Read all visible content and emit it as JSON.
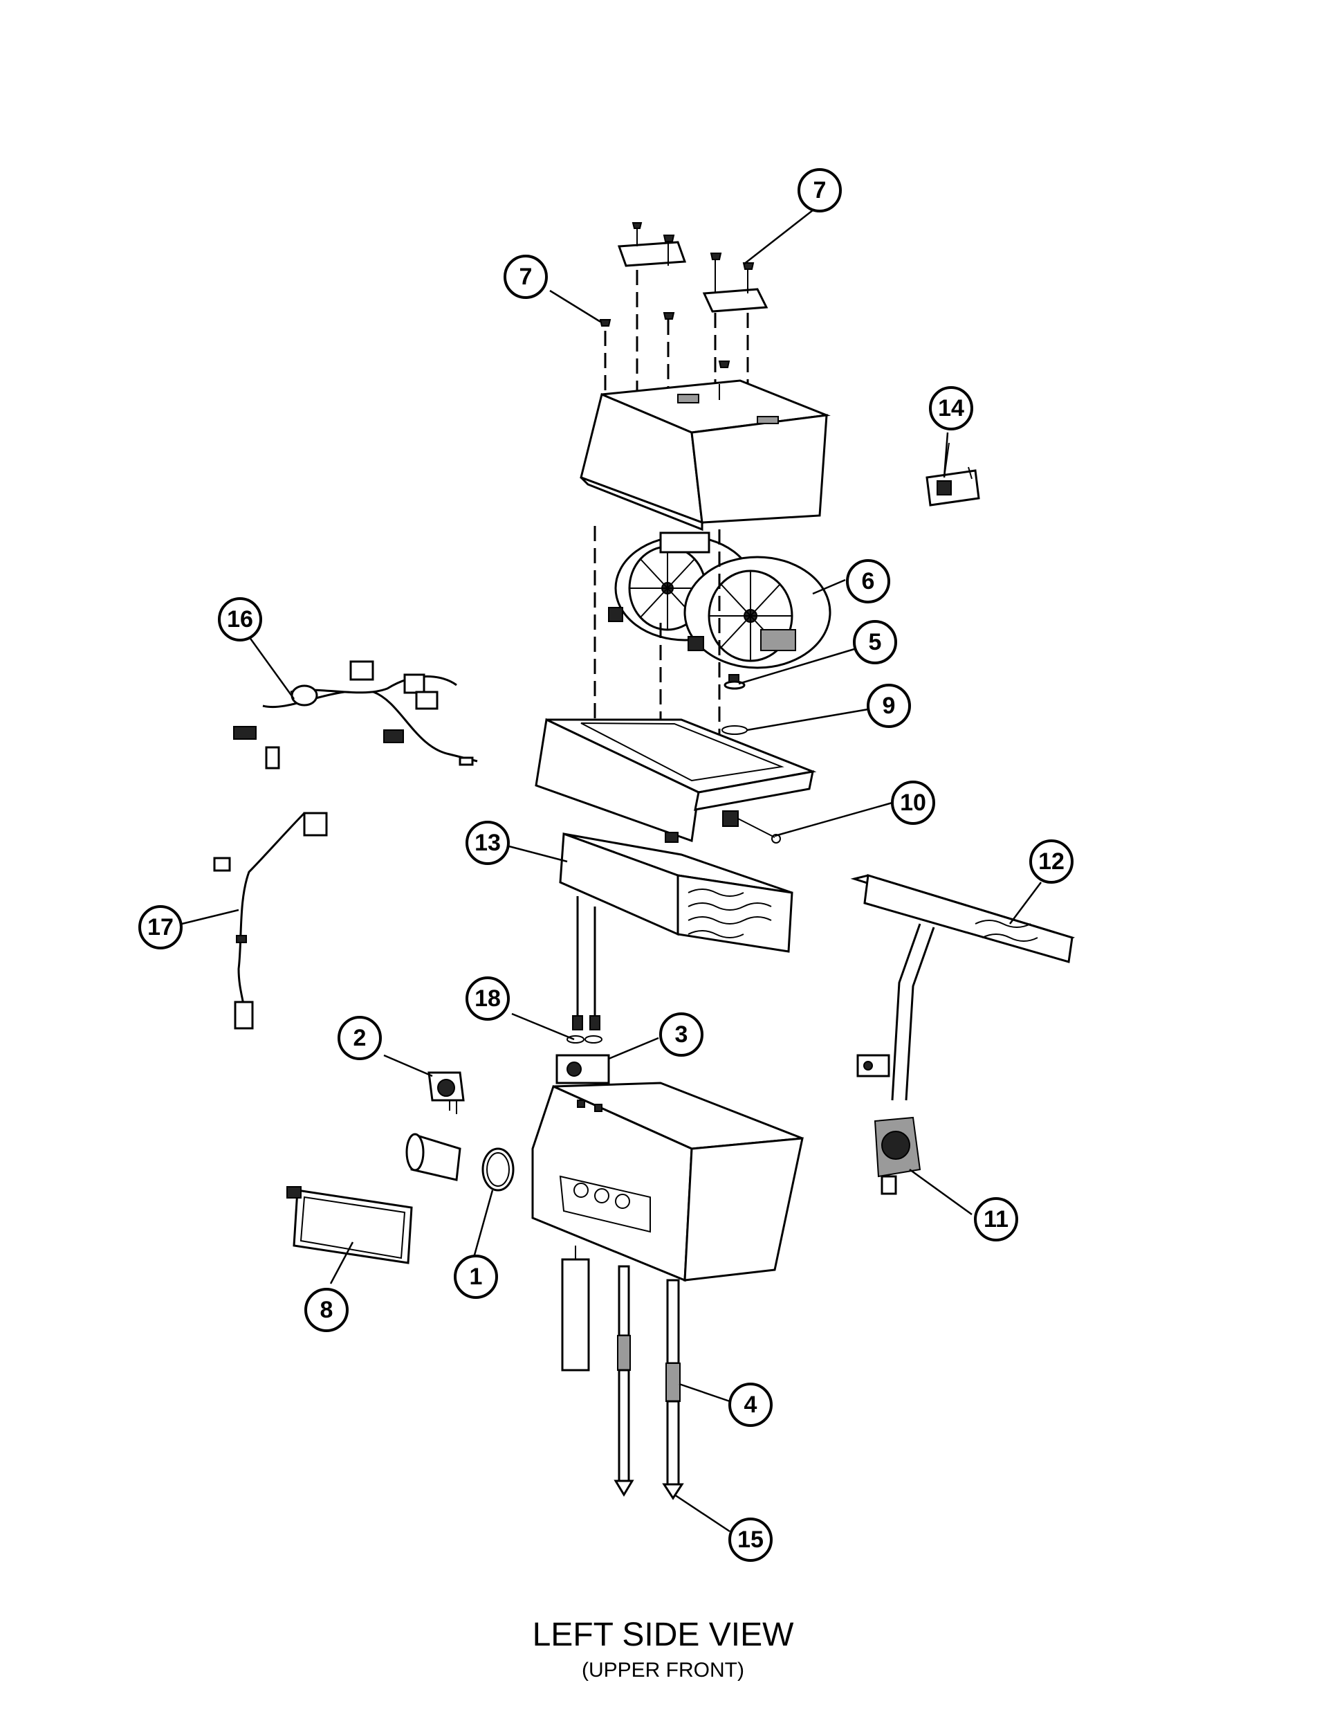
{
  "caption": {
    "title": "LEFT SIDE VIEW",
    "subtitle": "(UPPER FRONT)"
  },
  "callouts": [
    {
      "id": "c7a",
      "label": "7"
    },
    {
      "id": "c7b",
      "label": "7"
    },
    {
      "id": "c14",
      "label": "14"
    },
    {
      "id": "c6",
      "label": "6"
    },
    {
      "id": "c5",
      "label": "5"
    },
    {
      "id": "c16",
      "label": "16"
    },
    {
      "id": "c9",
      "label": "9"
    },
    {
      "id": "c10",
      "label": "10"
    },
    {
      "id": "c13",
      "label": "13"
    },
    {
      "id": "c12",
      "label": "12"
    },
    {
      "id": "c17",
      "label": "17"
    },
    {
      "id": "c18",
      "label": "18"
    },
    {
      "id": "c3",
      "label": "3"
    },
    {
      "id": "c2",
      "label": "2"
    },
    {
      "id": "c1",
      "label": "1"
    },
    {
      "id": "c11",
      "label": "11"
    },
    {
      "id": "c8",
      "label": "8"
    },
    {
      "id": "c4",
      "label": "4"
    },
    {
      "id": "c15",
      "label": "15"
    }
  ]
}
